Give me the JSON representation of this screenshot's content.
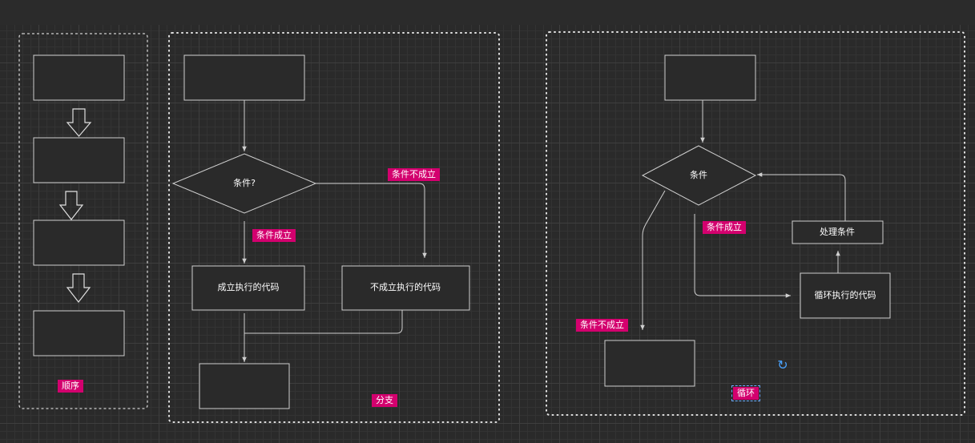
{
  "sections": {
    "sequence": {
      "label": "顺序"
    },
    "branch": {
      "label": "分支"
    },
    "loop": {
      "label": "循环"
    }
  },
  "branch": {
    "decision": "条件?",
    "true_edge": "条件成立",
    "false_edge": "条件不成立",
    "true_process": "成立执行的代码",
    "false_process": "不成立执行的代码"
  },
  "loop": {
    "decision": "条件",
    "true_edge": "条件成立",
    "false_edge": "条件不成立",
    "body_process": "循环执行的代码",
    "update_process": "处理条件"
  },
  "colors": {
    "background": "#2a2a2a",
    "tag_fill": "#d3006e",
    "stroke": "#cfcfcf",
    "frame": "#d8d8d8",
    "handle": "#4aa3ff"
  },
  "icons": {
    "rotate_handle": "rotate-icon"
  }
}
